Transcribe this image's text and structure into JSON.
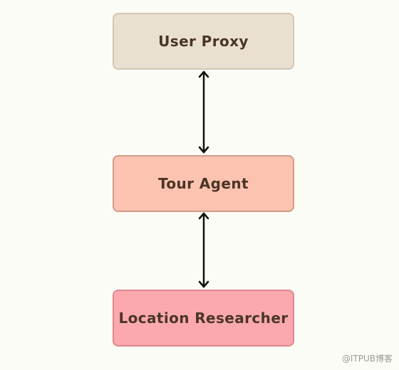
{
  "nodes": {
    "user_proxy": {
      "label": "User Proxy"
    },
    "tour_agent": {
      "label": "Tour Agent"
    },
    "location_researcher": {
      "label": "Location Researcher"
    }
  },
  "edges": [
    {
      "from": "user_proxy",
      "to": "tour_agent",
      "direction": "bidirectional"
    },
    {
      "from": "tour_agent",
      "to": "location_researcher",
      "direction": "bidirectional"
    }
  ],
  "watermark": "@ITPUB博客",
  "colors": {
    "background": "#fcfcf6",
    "text": "#4a3526",
    "arrow": "#111111",
    "user_proxy_fill": "#e9e0d2",
    "user_proxy_border": "#d2c7b6",
    "tour_agent_fill": "#fdc3b1",
    "tour_agent_border": "#d49a89",
    "location_researcher_fill": "#fba9ae",
    "location_researcher_border": "#e0868e"
  }
}
